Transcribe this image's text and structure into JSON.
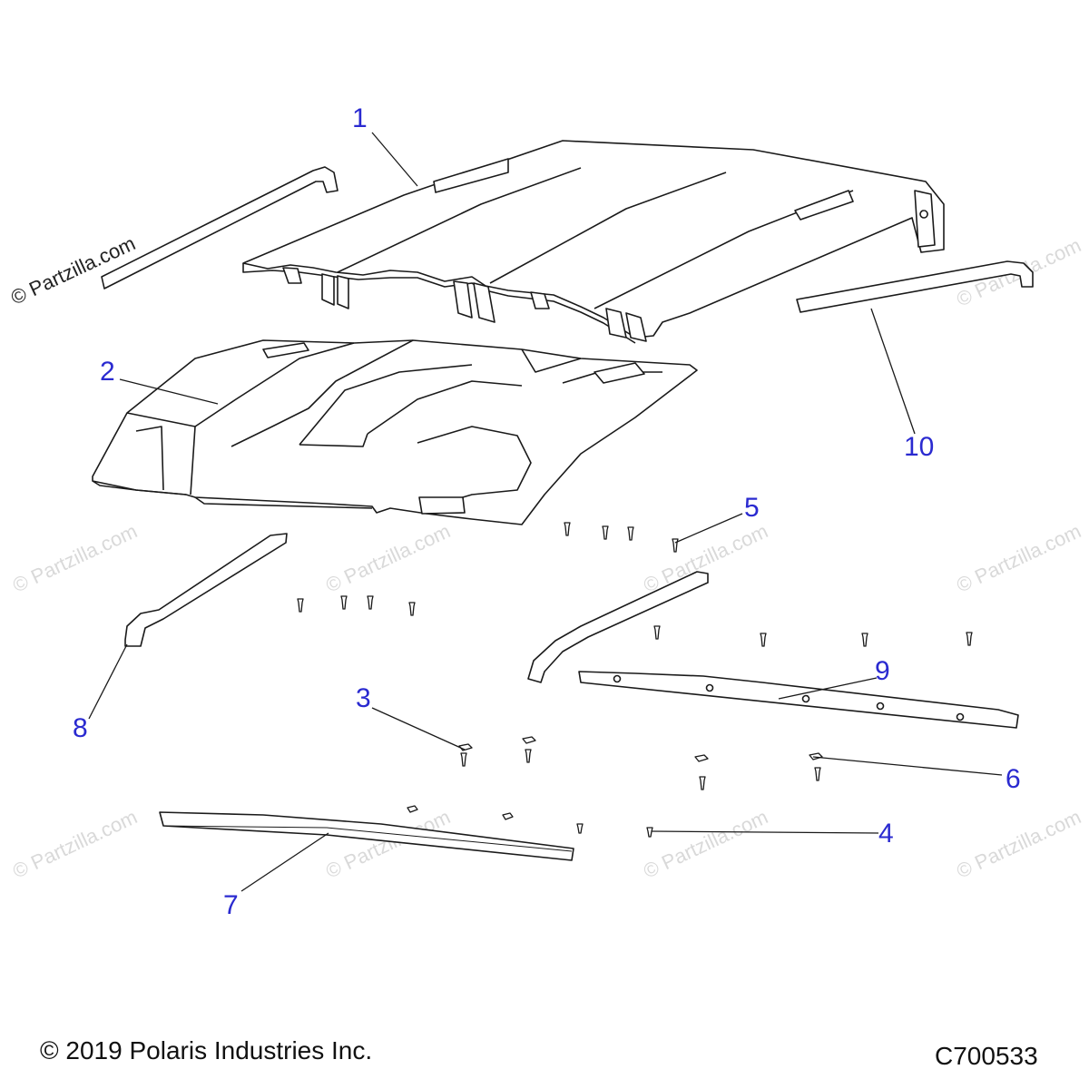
{
  "watermark": {
    "text": "© Partzilla.com"
  },
  "callouts": {
    "c1": "1",
    "c2": "2",
    "c3": "3",
    "c4": "4",
    "c5": "5",
    "c6": "6",
    "c7": "7",
    "c8": "8",
    "c9": "9",
    "c10": "10"
  },
  "footer": {
    "copyright": "© 2019 Polaris Industries Inc.",
    "diagram_code": "C700533"
  },
  "colors": {
    "callout": "#2a2ad0",
    "line": "#1a1a1a",
    "watermark": "#d9d9d9"
  }
}
